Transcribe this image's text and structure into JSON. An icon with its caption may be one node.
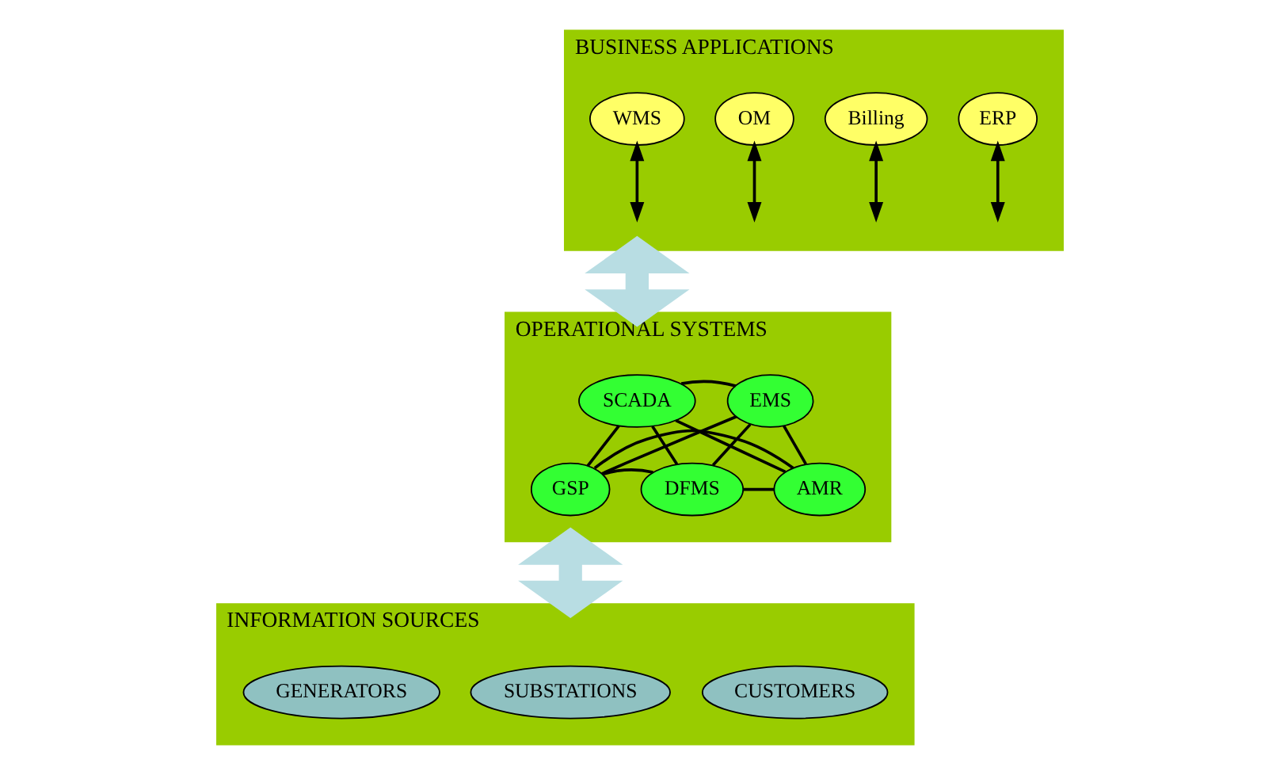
{
  "diagram": {
    "nodes": [
      {
        "text": [
          "BUSINESS APPLICATIONS"
        ]
      },
      {
        "text": [
          "OM"
        ],
        "in": 0
      },
      {
        "text": [
          "Billing"
        ],
        "in": 0
      },
      {
        "text": [
          "WMS"
        ],
        "in": 0
      },
      {
        "text": [
          "ERP"
        ],
        "in": 0
      },
      {
        "text": [
          "OPERATIONAL SYSTEMS"
        ]
      },
      {
        "text": [
          "SCADA"
        ],
        "in": 5
      },
      {
        "text": [
          "EMS"
        ],
        "in": 5
      },
      {
        "text": [
          "AMR"
        ],
        "in": 5
      },
      {
        "text": [
          "DFMS"
        ],
        "in": 5
      },
      {
        "text": [
          "GSP"
        ],
        "in": 5
      },
      {
        "text": [
          "INFORMATION SOURCES"
        ]
      },
      {
        "text": [
          "GENERATORS"
        ],
        "in": 11
      },
      {
        "text": [
          "SUBSTATIONS"
        ],
        "in": 11
      },
      {
        "text": [
          "CUSTOMERS"
        ],
        "in": 11
      }
    ],
    "edges": [
      {
        "from": 1,
        "to": null,
        "arrow": "both"
      },
      {
        "from": 2,
        "to": null,
        "arrow": "both"
      },
      {
        "from": 3,
        "to": null,
        "arrow": "both"
      },
      {
        "from": 4,
        "to": null,
        "arrow": "both"
      },
      {
        "from": 0,
        "to": 5,
        "arrow": "both",
        "style": "thick",
        "color": "#b8dde3"
      },
      {
        "from": 6,
        "to": 7,
        "arrow": "none"
      },
      {
        "from": 6,
        "to": 8,
        "arrow": "none"
      },
      {
        "from": 6,
        "to": 10,
        "arrow": "none"
      },
      {
        "from": 6,
        "to": 9,
        "arrow": "none"
      },
      {
        "from": 7,
        "to": 8,
        "arrow": "none"
      },
      {
        "from": 7,
        "to": 10,
        "arrow": "none"
      },
      {
        "from": 7,
        "to": 9,
        "arrow": "none"
      },
      {
        "from": 8,
        "to": 9,
        "arrow": "none"
      },
      {
        "from": 8,
        "to": 10,
        "arrow": "none"
      },
      {
        "from": 10,
        "to": 9,
        "arrow": "none"
      },
      {
        "from": 5,
        "to": 11,
        "arrow": "both",
        "style": "thick",
        "color": "#b8dde3"
      }
    ]
  }
}
